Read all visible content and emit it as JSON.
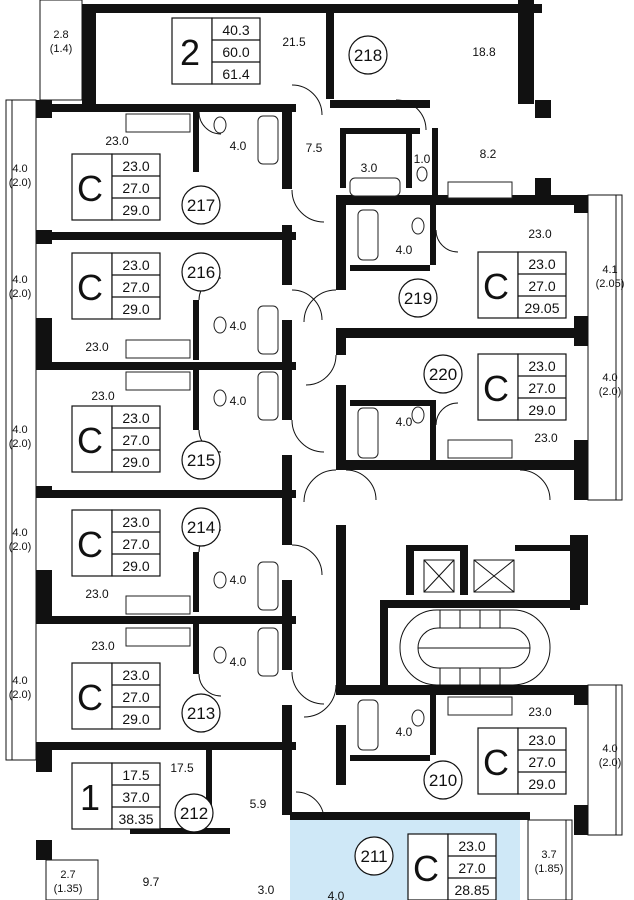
{
  "colors": {
    "wall": "#111111",
    "highlight": "#cfe8f7",
    "line": "#222222"
  },
  "units": [
    {
      "number": "218",
      "type": "2",
      "areas": [
        "40.3",
        "60.0",
        "61.4"
      ],
      "rooms": [
        "21.5",
        "18.8",
        "7.5",
        "3.0",
        "1.0",
        "8.2"
      ],
      "balcony": [
        "2.8",
        "(1.4)"
      ]
    },
    {
      "number": "217",
      "type": "C",
      "areas": [
        "23.0",
        "27.0",
        "29.0"
      ],
      "rooms": [
        "23.0",
        "4.0"
      ],
      "balcony": [
        "4.0",
        "(2.0)"
      ]
    },
    {
      "number": "216",
      "type": "C",
      "areas": [
        "23.0",
        "27.0",
        "29.0"
      ],
      "rooms": [
        "23.0",
        "4.0"
      ],
      "balcony": [
        "4.0",
        "(2.0)"
      ]
    },
    {
      "number": "215",
      "type": "C",
      "areas": [
        "23.0",
        "27.0",
        "29.0"
      ],
      "rooms": [
        "23.0",
        "4.0"
      ],
      "balcony": [
        "4.0",
        "(2.0)"
      ]
    },
    {
      "number": "214",
      "type": "C",
      "areas": [
        "23.0",
        "27.0",
        "29.0"
      ],
      "rooms": [
        "23.0",
        "4.0"
      ],
      "balcony": [
        "4.0",
        "(2.0)"
      ]
    },
    {
      "number": "213",
      "type": "C",
      "areas": [
        "23.0",
        "27.0",
        "29.0"
      ],
      "rooms": [
        "23.0",
        "4.0"
      ],
      "balcony": [
        "4.0",
        "(2.0)"
      ]
    },
    {
      "number": "212",
      "type": "1",
      "areas": [
        "17.5",
        "37.0",
        "38.35"
      ],
      "rooms": [
        "17.5",
        "5.9",
        "9.7",
        "3.0"
      ],
      "balcony": [
        "2.7",
        "(1.35)"
      ]
    },
    {
      "number": "219",
      "type": "C",
      "areas": [
        "23.0",
        "27.0",
        "29.05"
      ],
      "rooms": [
        "23.0",
        "4.0"
      ],
      "balcony": [
        "4.1",
        "(2.05)"
      ]
    },
    {
      "number": "220",
      "type": "C",
      "areas": [
        "23.0",
        "27.0",
        "29.0"
      ],
      "rooms": [
        "23.0",
        "4.0"
      ],
      "balcony": [
        "4.0",
        "(2.0)"
      ]
    },
    {
      "number": "210",
      "type": "C",
      "areas": [
        "23.0",
        "27.0",
        "29.0"
      ],
      "rooms": [
        "23.0",
        "4.0"
      ],
      "balcony": [
        "4.0",
        "(2.0)"
      ]
    },
    {
      "number": "211",
      "type": "C",
      "areas": [
        "23.0",
        "27.0",
        "28.85"
      ],
      "rooms": [
        "4.0"
      ],
      "balcony": [
        "3.7",
        "(1.85)"
      ]
    }
  ]
}
